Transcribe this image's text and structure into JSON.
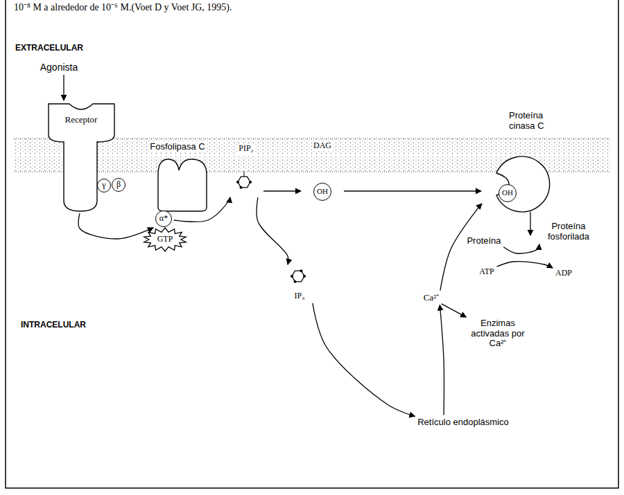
{
  "diagram": {
    "nodes": [
      {
        "text": [
          "Agonista"
        ]
      },
      {
        "text": [
          "Receptor"
        ]
      },
      {
        "text": [
          "γ"
        ]
      },
      {
        "text": [
          "β"
        ]
      },
      {
        "text": [
          "Fosfolipasa C"
        ]
      },
      {
        "text": [
          "α*"
        ]
      },
      {
        "text": [
          "GTP"
        ]
      },
      {
        "text": [
          "PIP₂"
        ]
      },
      {
        "text": [
          "DAG",
          "OH"
        ]
      },
      {
        "text": [
          "Proteína cinasa C",
          "OH"
        ]
      },
      {
        "text": [
          "IP₃"
        ]
      },
      {
        "text": [
          "Ca²⁺"
        ]
      },
      {
        "text": [
          "Enzimas activadas por Ca²⁺"
        ]
      },
      {
        "text": [
          "Retículo endoplásmico"
        ]
      },
      {
        "text": [
          "Proteína"
        ]
      },
      {
        "text": [
          "Proteína fosforilada"
        ]
      },
      {
        "text": [
          "ATP"
        ]
      },
      {
        "text": [
          "ADP"
        ]
      }
    ],
    "edges": [
      {
        "from": 0,
        "to": 1,
        "arrow": "to"
      },
      {
        "from": 1,
        "to": 5,
        "arrow": "to"
      },
      {
        "from": 5,
        "to": 7,
        "arrow": "to"
      },
      {
        "from": 7,
        "to": 8,
        "arrow": "to"
      },
      {
        "from": 8,
        "to": 9,
        "arrow": "to"
      },
      {
        "from": 7,
        "to": 10,
        "arrow": "to"
      },
      {
        "from": 10,
        "to": 13,
        "arrow": "to"
      },
      {
        "from": 13,
        "to": 11,
        "arrow": "to"
      },
      {
        "from": 11,
        "to": 9,
        "arrow": "to"
      },
      {
        "from": 11,
        "to": 12,
        "arrow": "to"
      },
      {
        "from": 14,
        "to": 15,
        "arrow": "to"
      },
      {
        "from": 16,
        "to": 17,
        "arrow": "to"
      }
    ],
    "labels": [
      "10⁻⁸ M a alrededor de 10⁻⁶ M.(Voet D y Voet JG, 1995).",
      "EXTRACELULAR",
      "INTRACELULAR"
    ]
  }
}
